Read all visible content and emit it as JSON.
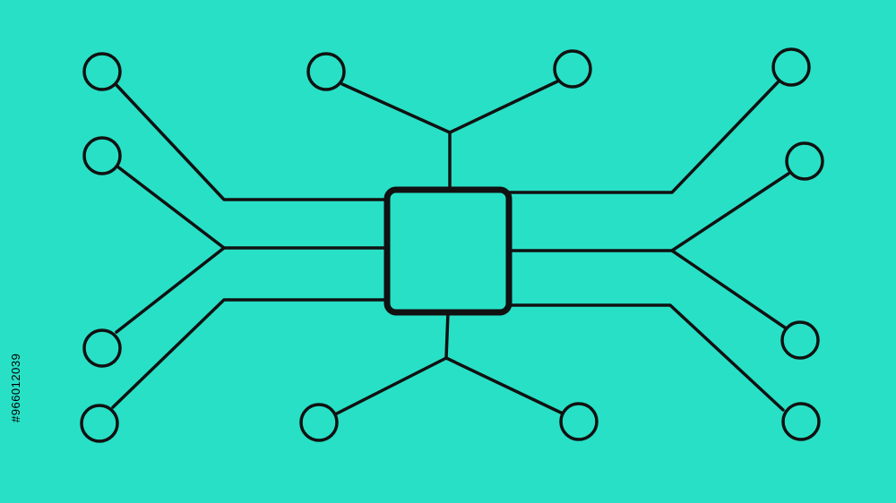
{
  "colors": {
    "background": "#28e0c6",
    "line": "#111111",
    "node_fill": "#28e0c6"
  },
  "watermark": {
    "text": "#966012039"
  },
  "diagram": {
    "center_chip": "chip",
    "node_count": 12,
    "trace_count": 12
  }
}
